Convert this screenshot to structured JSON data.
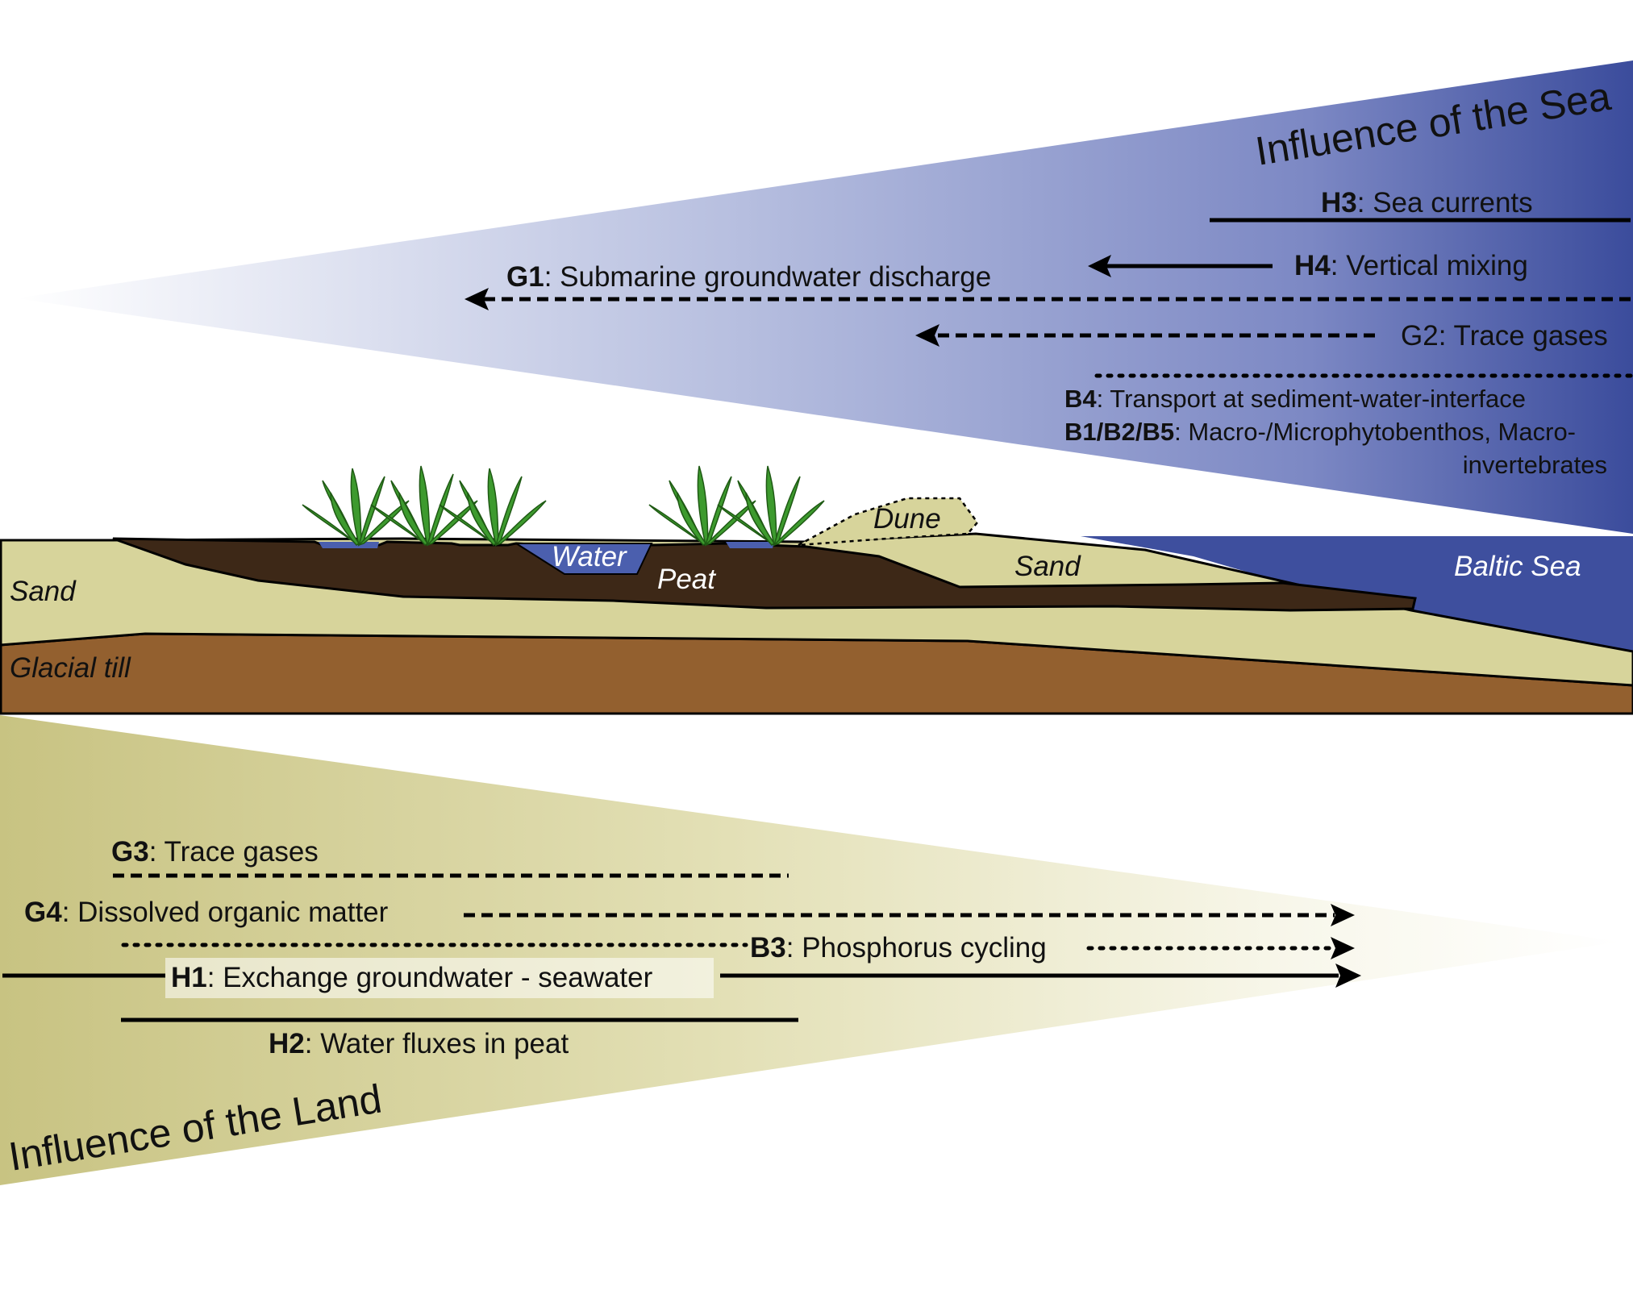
{
  "colors": {
    "sea": "#3e4f9e",
    "sea_light": "#aab3d8",
    "land": "#c5c07e",
    "sand": "#d7d49b",
    "peat": "#3d2817",
    "glacial_till": "#93602f",
    "water": "#4b5fae",
    "grass": "#3d9a2e"
  },
  "sea_influence": {
    "title": "Influence of the Sea",
    "h3": {
      "code": "H3",
      "text": ": Sea currents"
    },
    "h4": {
      "code": "H4",
      "text": ": Vertical mixing"
    },
    "g1": {
      "code": "G1",
      "text": ": Submarine groundwater discharge"
    },
    "g2": {
      "code": "G2",
      "text": ": Trace gases"
    },
    "b4": {
      "code": "B4",
      "text": ": Transport at sediment-water-interface"
    },
    "b125": {
      "code": "B1/B2/B5",
      "text": ": Macro-/Microphytobenthos, Macro-",
      "text2": "invertebrates"
    }
  },
  "cross_section": {
    "sand_left": "Sand",
    "glacial_till": "Glacial till",
    "water": "Water",
    "peat": "Peat",
    "dune": "Dune",
    "sand_right": "Sand",
    "baltic_sea": "Baltic Sea"
  },
  "land_influence": {
    "title": "Influence of the Land",
    "g3": {
      "code": "G3",
      "text": ": Trace gases"
    },
    "g4": {
      "code": "G4",
      "text": ": Dissolved organic matter"
    },
    "b3": {
      "code": "B3",
      "text": ": Phosphorus cycling"
    },
    "h1": {
      "code": "H1",
      "text": ": Exchange groundwater - seawater"
    },
    "h2": {
      "code": "H2",
      "text": ": Water fluxes in peat"
    }
  }
}
